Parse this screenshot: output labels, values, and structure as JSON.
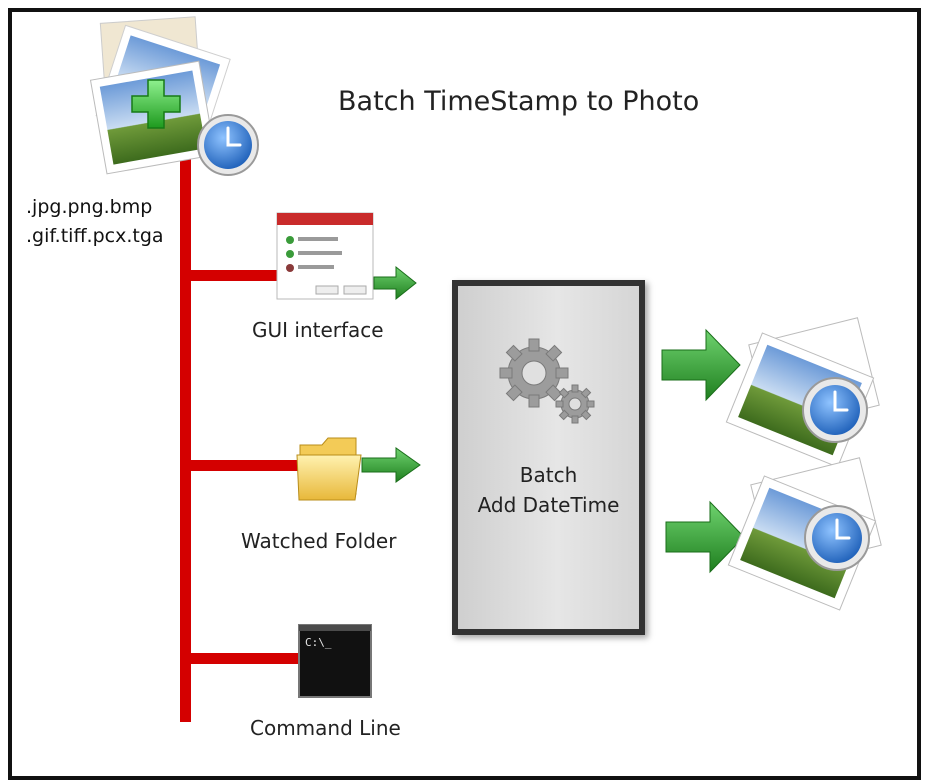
{
  "title": "Batch TimeStamp to Photo",
  "formats": [
    ".jpg.png.bmp",
    ".gif.tiff.pcx.tga"
  ],
  "inputs": {
    "gui": "GUI interface",
    "folder": "Watched Folder",
    "cmd": "Command Line",
    "console_prompt": "C:\\_"
  },
  "process": {
    "line1": "Batch",
    "line2": "Add DateTime"
  },
  "colors": {
    "trunk": "#d40000",
    "arrow": "#2f9e2f",
    "clock": "#2a78cf",
    "box_border": "#333333"
  },
  "icons": [
    "photo-stack-add-clock-icon",
    "gui-window-icon",
    "folder-icon",
    "console-icon",
    "gears-icon",
    "photo-clock-icon"
  ]
}
